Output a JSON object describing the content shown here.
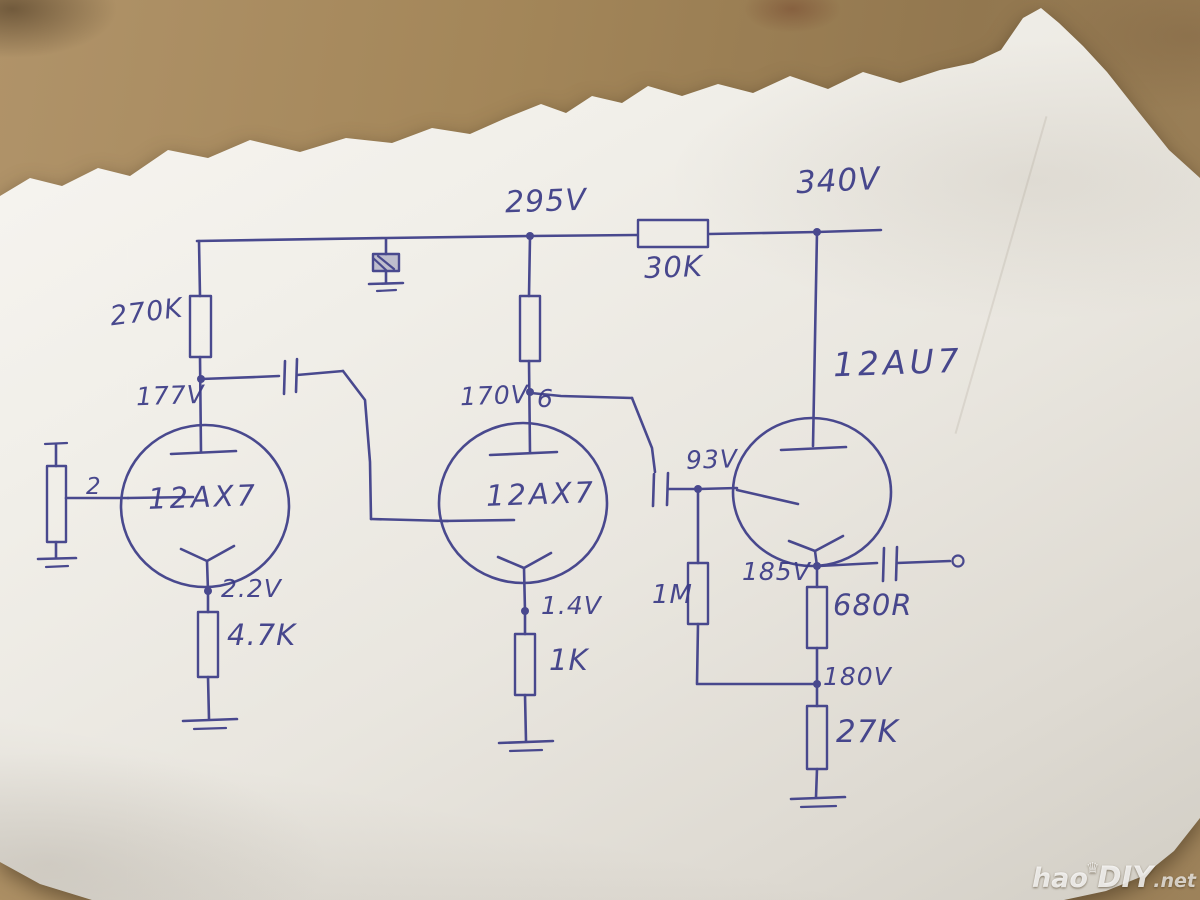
{
  "ink_color": "#3d3d88",
  "rail": {
    "v295": "295V",
    "v340": "340V",
    "r30k": "30K"
  },
  "stage1": {
    "r_plate": "270K",
    "v_plate": "177V",
    "tube": "12AX7",
    "pin_grid": "2",
    "v_cathode": "2.2V",
    "r_cathode": "4.7K"
  },
  "stage2": {
    "v_plate": "170V",
    "pin_plate": "6",
    "tube": "12AX7",
    "v_cathode": "1.4V",
    "r_cathode": "1K"
  },
  "stage3": {
    "v_grid": "93V",
    "r_grid": "1M",
    "tube": "12AU7",
    "v_cathode": "185V",
    "r_cathode_upper": "680R",
    "v_tap": "180V",
    "r_lower": "27K"
  },
  "watermark": {
    "part1": "hao",
    "part2": "DIY",
    "part3": ".net",
    "crown_glyph": "♛"
  }
}
